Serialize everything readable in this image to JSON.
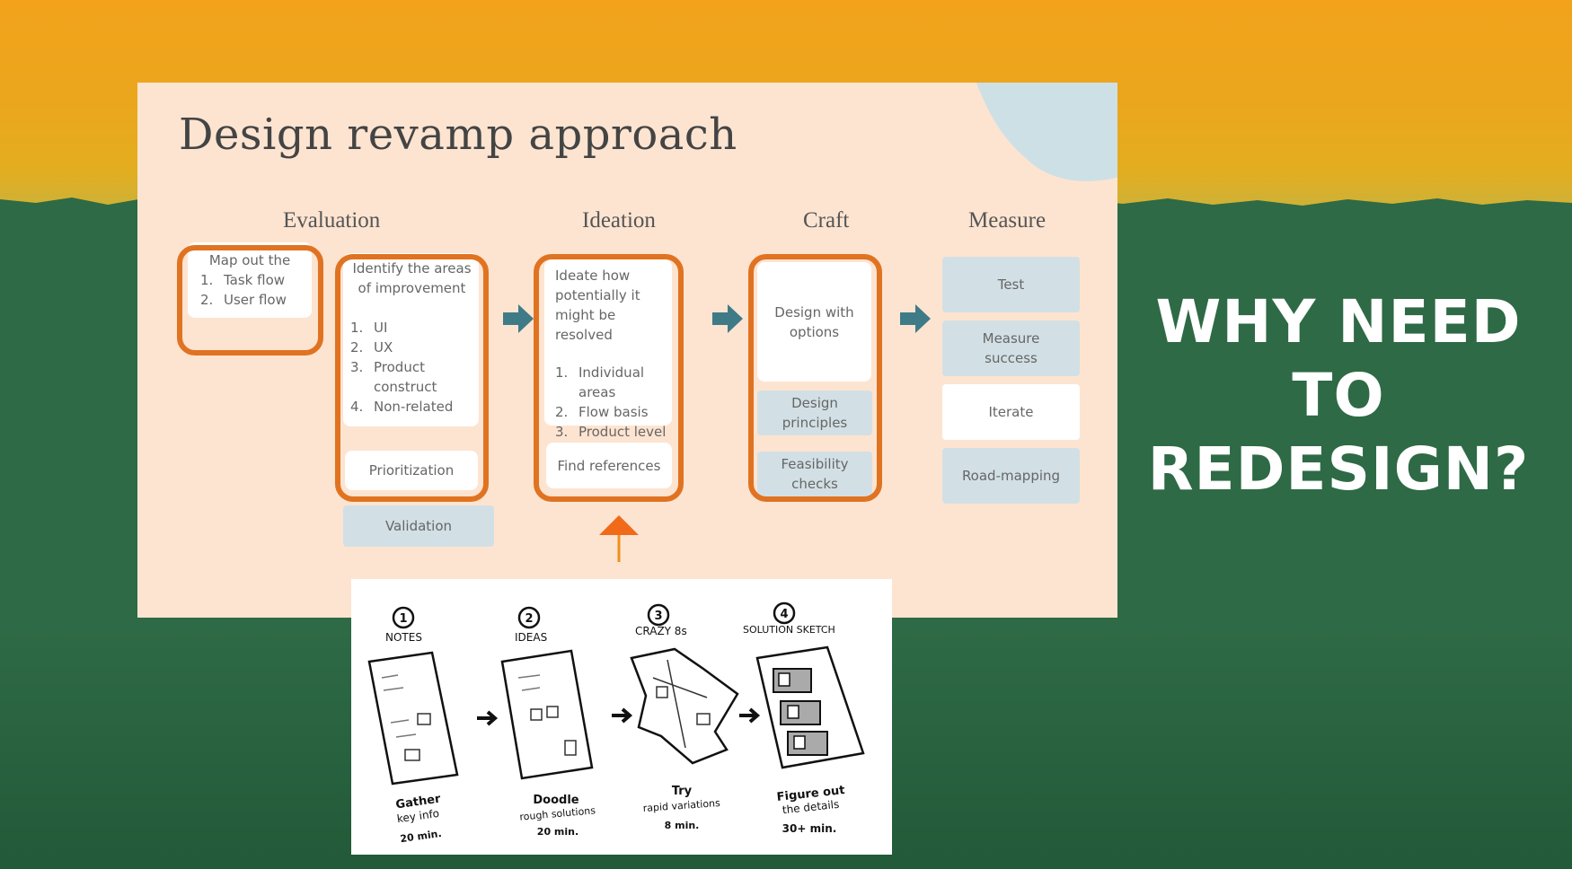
{
  "slide": {
    "title": "Design revamp approach",
    "columns": [
      "Evaluation",
      "Ideation",
      "Craft",
      "Measure"
    ],
    "evaluation": {
      "map_box": {
        "heading": "Map out the",
        "items": [
          {
            "n": "1.",
            "t": "Task flow"
          },
          {
            "n": "2.",
            "t": "User flow"
          }
        ]
      },
      "identify_box": {
        "heading": "Identify the areas of improvement",
        "items": [
          {
            "n": "1.",
            "t": "UI"
          },
          {
            "n": "2.",
            "t": "UX"
          },
          {
            "n": "3.",
            "t": "Product construct"
          },
          {
            "n": "4.",
            "t": "Non-related"
          }
        ]
      },
      "prioritization": "Prioritization",
      "validation": "Validation"
    },
    "ideation": {
      "heading": "Ideate how potentially it might be resolved",
      "items": [
        {
          "n": "1.",
          "t": "Individual areas"
        },
        {
          "n": "2.",
          "t": "Flow basis"
        },
        {
          "n": "3.",
          "t": "Product level"
        }
      ],
      "find_references": "Find references"
    },
    "craft": {
      "design_options": "Design with options",
      "design_principles": "Design principles",
      "feasibility": "Feasibility checks"
    },
    "measure": [
      "Test",
      "Measure success",
      "Iterate",
      "Road-mapping"
    ]
  },
  "sketch": {
    "steps": [
      {
        "num": "1",
        "label": "NOTES",
        "caption1": "Gather",
        "caption2": "key info",
        "time": "20 min."
      },
      {
        "num": "2",
        "label": "IDEAS",
        "caption1": "Doodle",
        "caption2": "rough solutions",
        "time": "20 min."
      },
      {
        "num": "3",
        "label": "CRAZY 8s",
        "caption1": "Try",
        "caption2": "rapid variations",
        "time": "8 min."
      },
      {
        "num": "4",
        "label": "SOLUTION SKETCH",
        "caption1": "Figure out",
        "caption2": "the details",
        "time": "30+ min."
      }
    ]
  },
  "headline": {
    "line1": "WHY NEED",
    "line2": "TO",
    "line3": "REDESIGN?"
  },
  "colors": {
    "orange_outline": "#e07321",
    "teal_arrow": "#3f7b87",
    "slide_bg": "#fde4d1",
    "gray_box": "#d2e0e5",
    "green_bg": "#2e6a45",
    "orange_bg": "#f2a21b"
  }
}
